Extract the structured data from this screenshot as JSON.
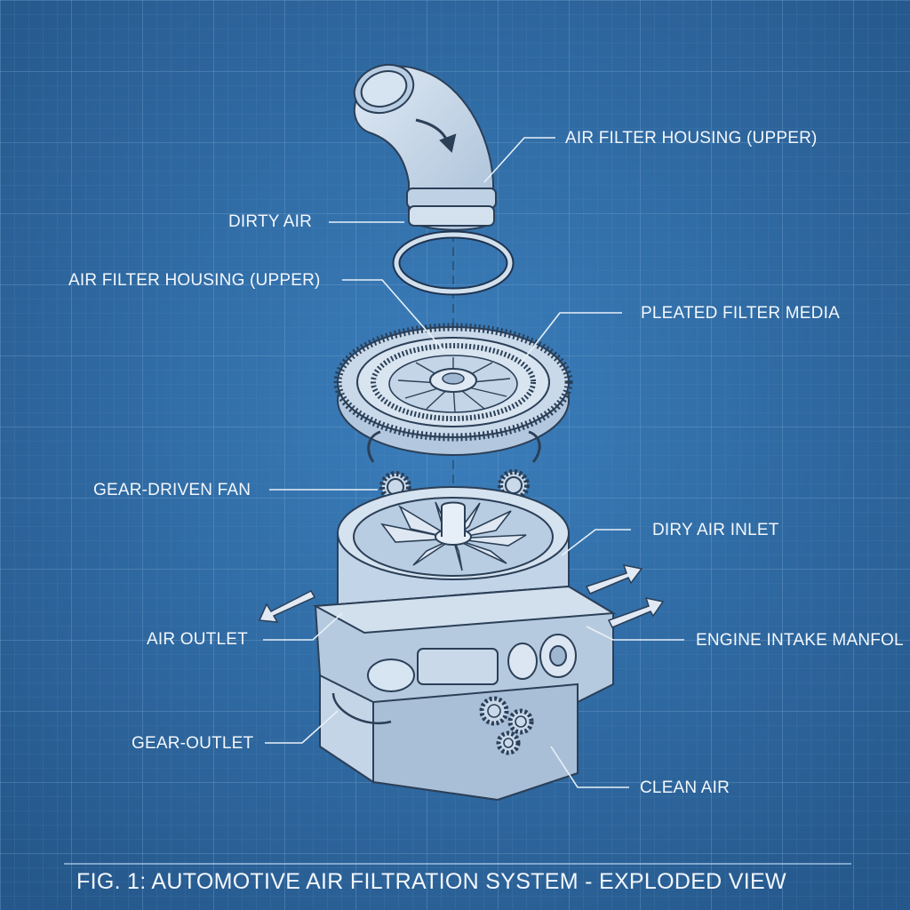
{
  "labels": {
    "housing_upper_right": "AIR FILTER HOUSING (UPPER)",
    "dirty_air": "DIRTY AIR",
    "housing_upper_left": "AIR FILTER  HOUSING (UPPER)",
    "pleated_filter_media": "PLEATED FILTER MEDIA",
    "gear_driven_fan": "GEAR-DRIVEN FAN",
    "dirty_air_inlet": "DIRY AIR INLET",
    "air_outlet": "AIR OUTLET",
    "engine_intake_manifold": "ENGINE INTAKE MANFOL",
    "gear_outlet": "GEAR-OUTLET",
    "clean_air": "CLEAN AIR"
  },
  "caption": "FIG. 1: AUTOMOTIVE AIR FILTRATION SYSTEM - EXPLODED VIEW",
  "colors": {
    "background": "#2f6ca5",
    "grid": "#6e9dca",
    "part_fill": "#c9d9ea",
    "part_stroke": "#2b3f57",
    "label_text": "#f3f7fc",
    "leader_line": "#e8f0f8"
  }
}
